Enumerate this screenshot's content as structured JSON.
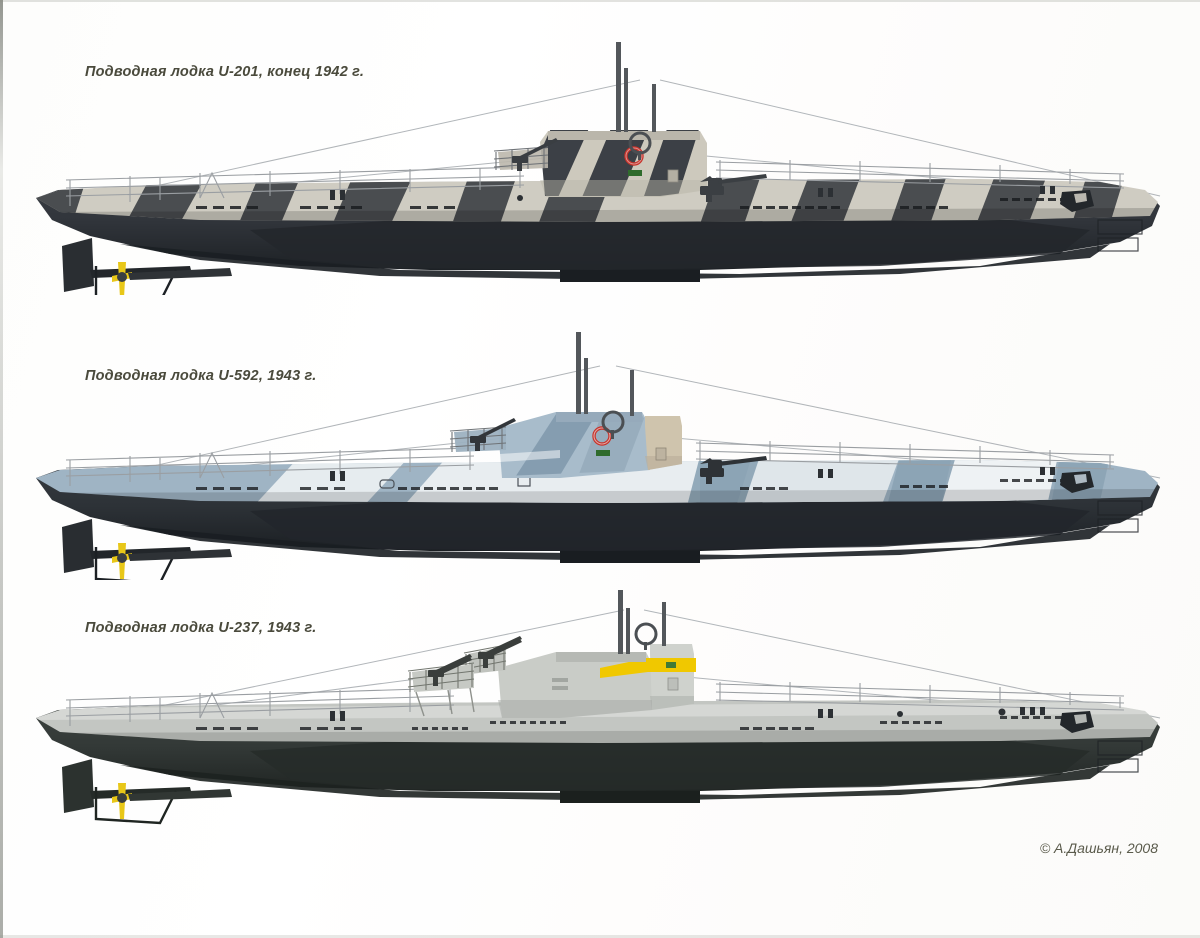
{
  "plate": {
    "background_color": "#ffffff",
    "caption_color": "#4a4a3c",
    "copyright": "© А.Дашьян, 2008"
  },
  "boats": [
    {
      "id": "u-201",
      "caption": "Подводная лодка U-201, конец 1942 г.",
      "name": "U-201",
      "period": "конец 1942 г.",
      "scheme": "dazzle",
      "colors": {
        "hull_dark": "#30343a",
        "hull_shadow": "#23262b",
        "casing_light": "#cfccc2",
        "casing_dark": "#4a4d50",
        "tower_light": "#cdc9bd",
        "tower_dark": "#3c4046",
        "lifering": "#c8322a",
        "prop_marking": "#e8c718",
        "rail": "#8f9296",
        "waterline_hint": "#d9b9b4"
      },
      "features": [
        "two-periscopes",
        "radio-mast",
        "df-loop-antenna",
        "88mm-deck-gun",
        "20mm-aa-gun",
        "life-ring",
        "dazzle-camouflage",
        "bow-anchor-recess",
        "stern-rudder",
        "yellow-tipped-propeller",
        "deck-railing",
        "antenna-wires"
      ]
    },
    {
      "id": "u-592",
      "caption": "Подводная лодка U-592, 1943 г.",
      "name": "U-592",
      "period": "1943 г.",
      "scheme": "blue-grey-two-tone",
      "colors": {
        "hull_dark": "#2c3136",
        "hull_shadow": "#212529",
        "casing_light": "#9fb4c4",
        "casing_pale": "#e6ecef",
        "tower_light": "#a8bccb",
        "tower_mid": "#7f98ab",
        "tower_tan": "#cfc4ad",
        "lifering": "#c8322a",
        "prop_marking": "#e8c718",
        "rail": "#8f9296"
      },
      "features": [
        "two-periscopes",
        "radio-mast",
        "df-loop-antenna",
        "88mm-deck-gun",
        "20mm-aa-gun",
        "life-ring",
        "bow-anchor-recess",
        "stern-rudder",
        "yellow-tipped-propeller",
        "deck-railing",
        "antenna-wires"
      ]
    },
    {
      "id": "u-237",
      "caption": "Подводная лодка U-237, 1943 г.",
      "name": "U-237",
      "period": "1943 г.",
      "scheme": "uniform-light-grey",
      "colors": {
        "hull_dark": "#343a38",
        "hull_shadow": "#262b29",
        "casing_light": "#c3c6c2",
        "tower_light": "#c9ccc7",
        "tower_shadow": "#a8aca7",
        "yellow_band": "#f0c800",
        "band_emblem": "#3f7a36",
        "prop_marking": "#e8c718",
        "rail": "#8f9296"
      },
      "features": [
        "two-periscopes",
        "df-loop-antenna",
        "twin-aa-platform",
        "quad-20mm-aa-gun",
        "twin-20mm-aa-gun",
        "yellow-identification-band",
        "no-deck-gun",
        "bow-anchor-recess",
        "stern-rudder",
        "yellow-tipped-propeller",
        "deck-railing",
        "antenna-wires"
      ]
    }
  ]
}
